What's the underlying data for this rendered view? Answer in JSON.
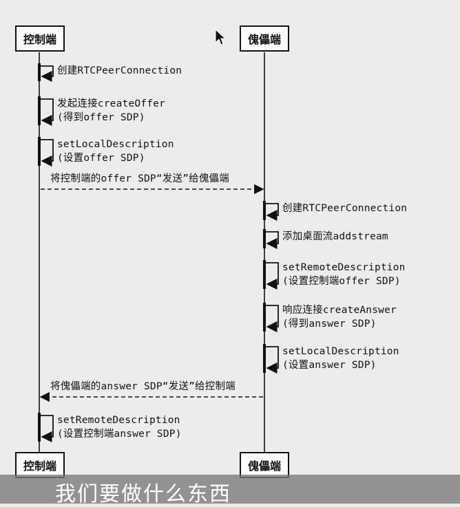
{
  "actors": {
    "left_top": "控制端",
    "right_top": "傀儡端",
    "left_bottom": "控制端",
    "right_bottom": "傀儡端"
  },
  "steps": [
    {
      "kind": "self",
      "actor": "left",
      "lines": [
        "创建RTCPeerConnection"
      ]
    },
    {
      "kind": "self",
      "actor": "left",
      "lines": [
        "发起连接createOffer",
        "(得到offer SDP)"
      ]
    },
    {
      "kind": "self",
      "actor": "left",
      "lines": [
        "setLocalDescription",
        "(设置offer SDP)"
      ]
    },
    {
      "kind": "message",
      "from": "left",
      "to": "right",
      "lines": [
        "将控制端的offer SDP“发送”给傀儡端"
      ]
    },
    {
      "kind": "self",
      "actor": "right",
      "lines": [
        "创建RTCPeerConnection"
      ]
    },
    {
      "kind": "self",
      "actor": "right",
      "lines": [
        "添加桌面流addstream"
      ]
    },
    {
      "kind": "self",
      "actor": "right",
      "lines": [
        "setRemoteDescription",
        "(设置控制端offer SDP)"
      ]
    },
    {
      "kind": "self",
      "actor": "right",
      "lines": [
        "响应连接createAnswer",
        "(得到answer SDP)"
      ]
    },
    {
      "kind": "self",
      "actor": "right",
      "lines": [
        "setLocalDescription",
        "(设置answer SDP)"
      ]
    },
    {
      "kind": "message",
      "from": "right",
      "to": "left",
      "lines": [
        "将傀儡端的answer SDP“发送”给控制端"
      ]
    },
    {
      "kind": "self",
      "actor": "left",
      "lines": [
        "setRemoteDescription",
        "(设置控制端answer SDP)"
      ]
    }
  ],
  "subtitle": "我们要做什么东西"
}
